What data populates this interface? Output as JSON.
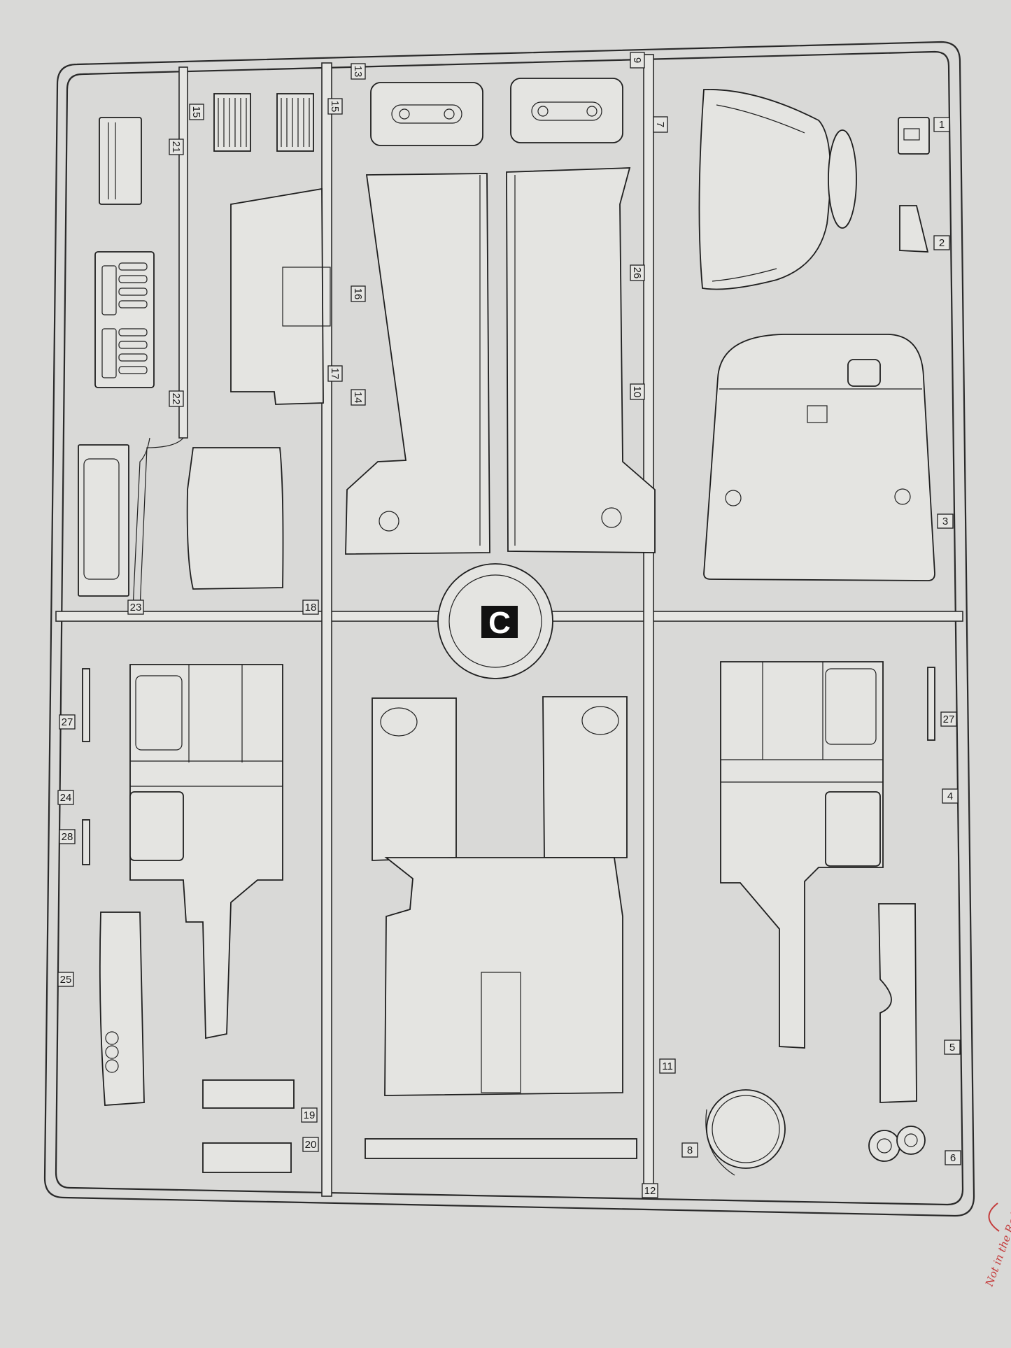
{
  "sprue": {
    "letter": "C",
    "part_numbers": [
      "1",
      "2",
      "3",
      "4",
      "5",
      "6",
      "7",
      "8",
      "9",
      "10",
      "11",
      "12",
      "13",
      "14",
      "15",
      "15",
      "16",
      "17",
      "18",
      "19",
      "20",
      "21",
      "22",
      "23",
      "24",
      "25",
      "26",
      "27",
      "27",
      "28"
    ]
  },
  "signature": {
    "text": "Not in the Rad"
  },
  "colors": {
    "paper": "#d9d9d7",
    "line": "#1f1f1f",
    "letter_badge": "#111111",
    "signature": "#c43a3a"
  }
}
